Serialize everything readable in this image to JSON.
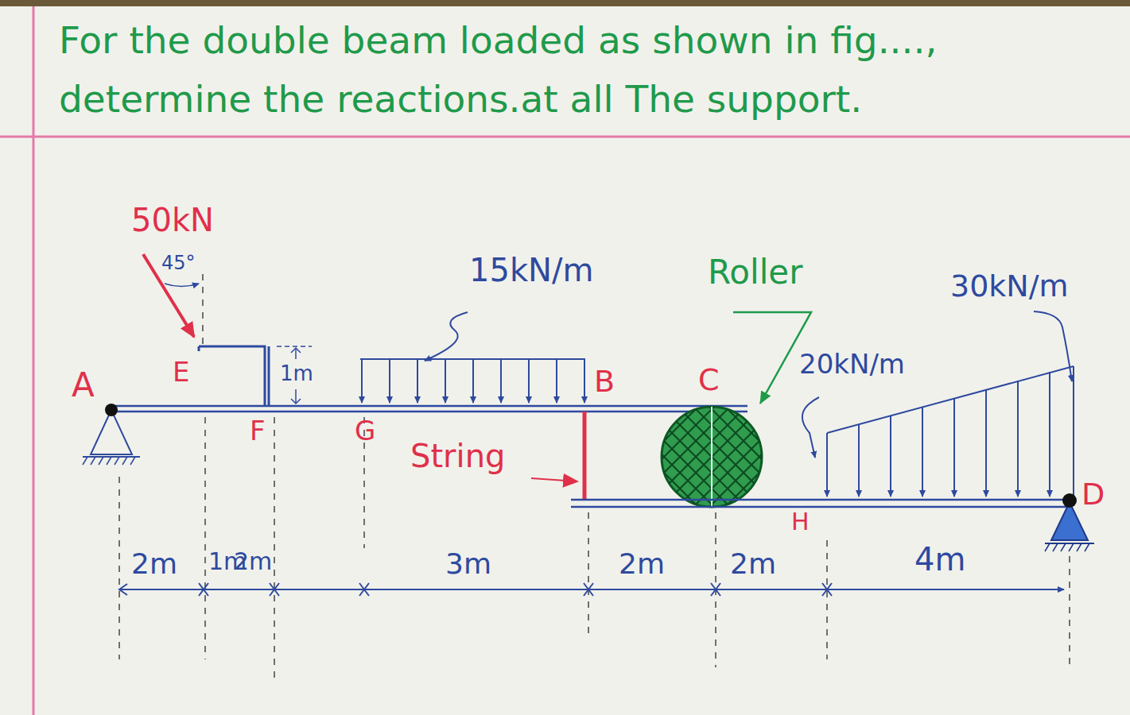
{
  "diagram": {
    "title": "For the double beam loaded as shown in fig...., determine the reactions.at all The support.",
    "labels": [
      "50kN",
      "45°",
      "E",
      "1m",
      "15kN/m",
      "B",
      "Roller",
      "C",
      "30kN/m",
      "A",
      "20kN/m",
      "F",
      "G",
      "String",
      "H",
      "D",
      "2m",
      "1m",
      "2m",
      "3m",
      "2m",
      "2m",
      "4m"
    ]
  }
}
